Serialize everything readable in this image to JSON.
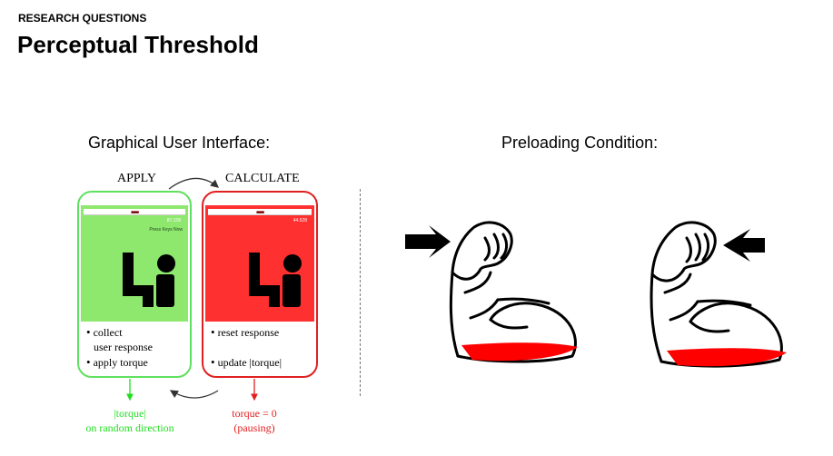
{
  "header": {
    "eyebrow": "RESEARCH QUESTIONS",
    "title": "Perceptual Threshold"
  },
  "sections": {
    "gui_title": "Graphical User Interface:",
    "preloading_title": "Preloading Condition:"
  },
  "diagram": {
    "apply_label": "APPLY",
    "calculate_label": "CALCULATE",
    "green_screen": {
      "corner_text": "87.128",
      "prompt_text": "Press Keys Now",
      "bullets": [
        "collect",
        "user response",
        "apply torque"
      ]
    },
    "red_screen": {
      "corner_text": "44.528",
      "bullets": [
        "reset response",
        "update |torque|"
      ]
    },
    "green_footer": [
      "|torque|",
      "on random direction"
    ],
    "red_footer": [
      "torque = 0",
      "(pausing)"
    ]
  },
  "colors": {
    "green_border": "#5fe05f",
    "green_screen": "#8fe86e",
    "red_border": "#e02020",
    "red_screen": "#ff3030",
    "footer_green": "#22dd22",
    "footer_red": "#e02020",
    "preload_red": "#ff0000"
  },
  "icons": {
    "cycle_arrow": "curved-arrow-icon",
    "preload_arrow": "arrow-icon",
    "figure_glyph": "seated-figure-icon"
  }
}
